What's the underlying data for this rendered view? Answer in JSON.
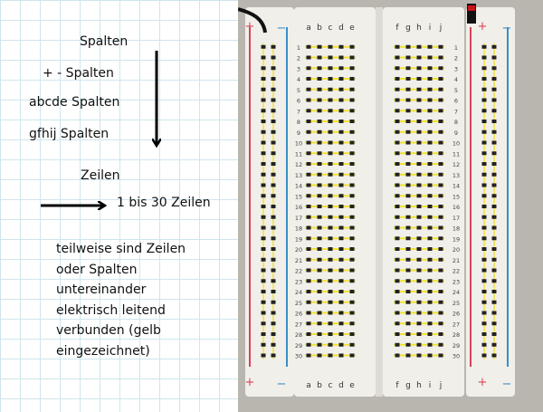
{
  "notes": {
    "spalten_heading": "Spalten",
    "plus_minus": "+ - Spalten",
    "abcde": "abcde Spalten",
    "gfhij": "gfhij Spalten",
    "zeilen_heading": "Zeilen",
    "rows_range": "1 bis 30 Zeilen",
    "paragraph": [
      "teilweise sind Zeilen",
      "oder Spalten",
      "untereinander",
      "elektrisch leitend",
      "verbunden (gelb",
      "eingezeichnet)"
    ]
  },
  "breadboard": {
    "left_columns": [
      "a",
      "b",
      "c",
      "d",
      "e"
    ],
    "right_columns": [
      "f",
      "g",
      "h",
      "i",
      "j"
    ],
    "row_count": 30,
    "rail_plus": "+",
    "rail_minus": "−",
    "colors": {
      "plus_rail": "#d9435a",
      "minus_rail": "#3a8ec8",
      "connection": "#f0e23a",
      "board": "#f1efe9"
    }
  }
}
